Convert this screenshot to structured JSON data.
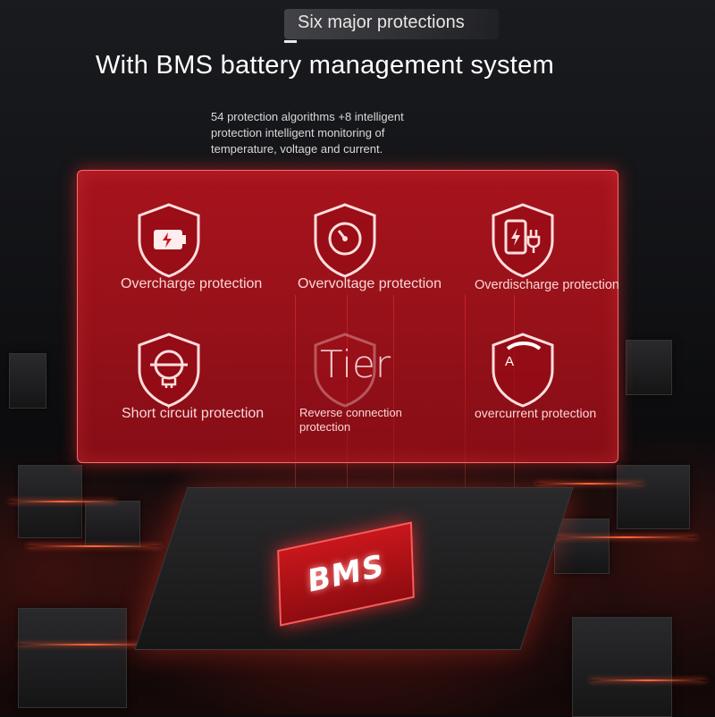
{
  "header": {
    "tag": "Six major protections",
    "title": "With BMS battery management system",
    "description": "54 protection algorithms +8 intelligent protection intelligent monitoring of temperature, voltage and current."
  },
  "protections": [
    {
      "label": "Overcharge protection",
      "icon": "battery-charge-icon"
    },
    {
      "label": "Overvoltage protection",
      "icon": "gauge-icon"
    },
    {
      "label": "Overdischarge protection",
      "icon": "phone-plug-icon"
    },
    {
      "label": "Short circuit protection",
      "icon": "globe-plug-icon"
    },
    {
      "label": "Reverse connection protection",
      "icon": "reverse-icon"
    },
    {
      "label": "overcurrent protection",
      "icon": "current-icon"
    }
  ],
  "overlay": {
    "watermark": "Tier",
    "shield_letter": "A"
  },
  "chip": {
    "label": "BMS"
  },
  "colors": {
    "panel": "#c8141e",
    "glow": "#ff4a3a",
    "background": "#0b0b0d"
  }
}
